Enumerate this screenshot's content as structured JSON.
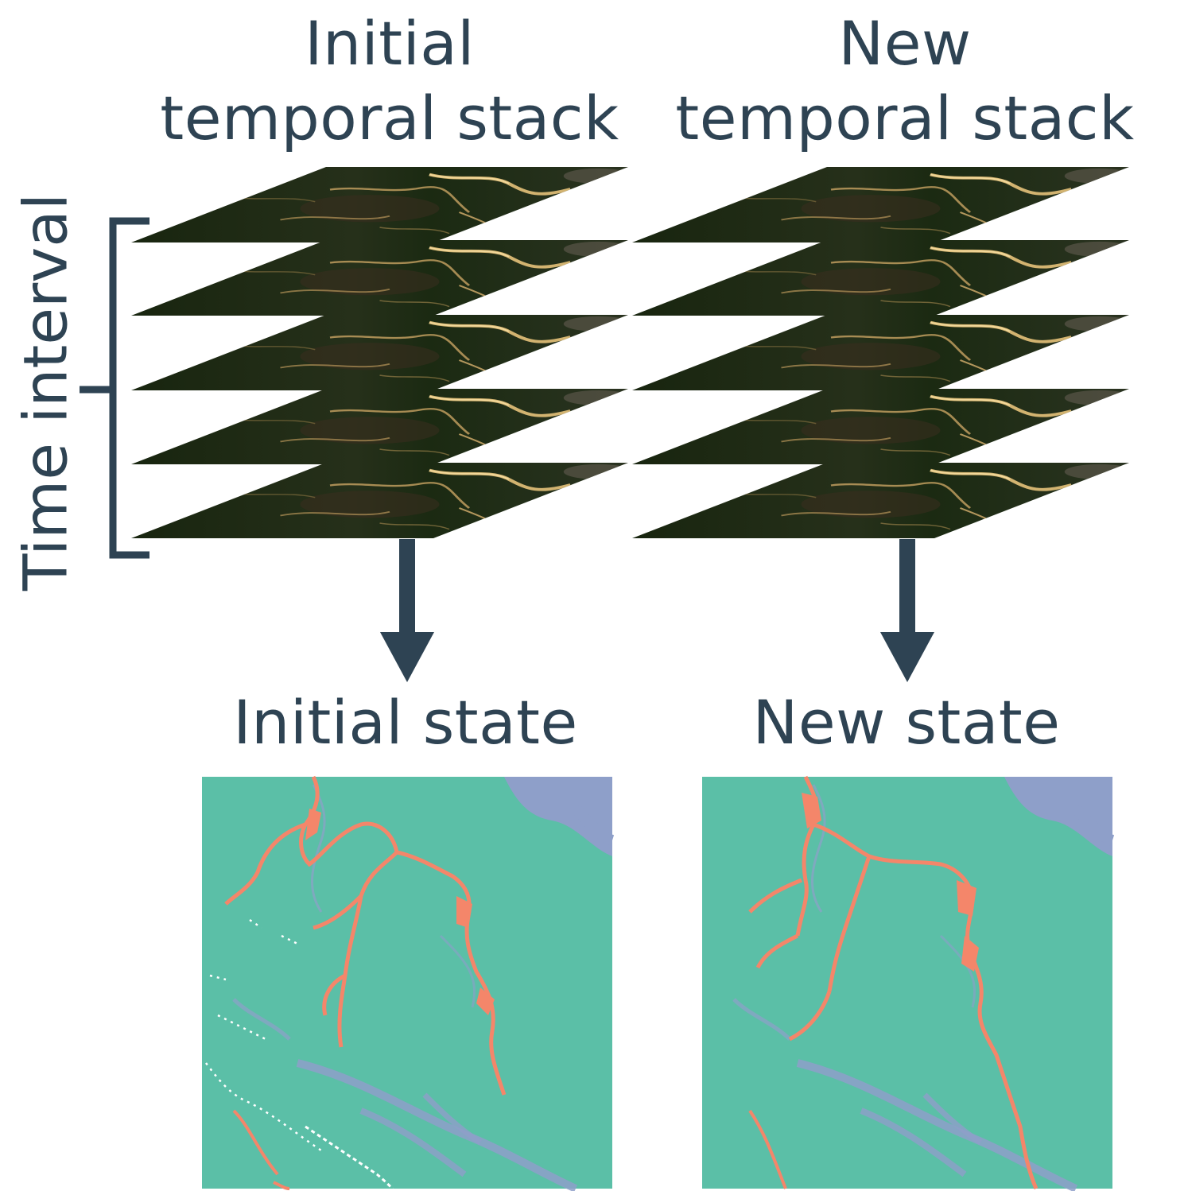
{
  "labels": {
    "initial_stack_line1": "Initial",
    "initial_stack_line2": "temporal stack",
    "new_stack_line1": "New",
    "new_stack_line2": "temporal stack",
    "time_interval": "Time interval",
    "initial_state": "Initial state",
    "new_state": "New state"
  },
  "stack_layer_count": 5,
  "colors": {
    "text": "#2e4353",
    "satellite_base": "#1c2a12",
    "satellite_bright": "#e6c27a",
    "map_forest": "#5bbfa7",
    "map_change": "#f4866a",
    "map_other": "#8e9fc9",
    "white": "#ffffff"
  }
}
